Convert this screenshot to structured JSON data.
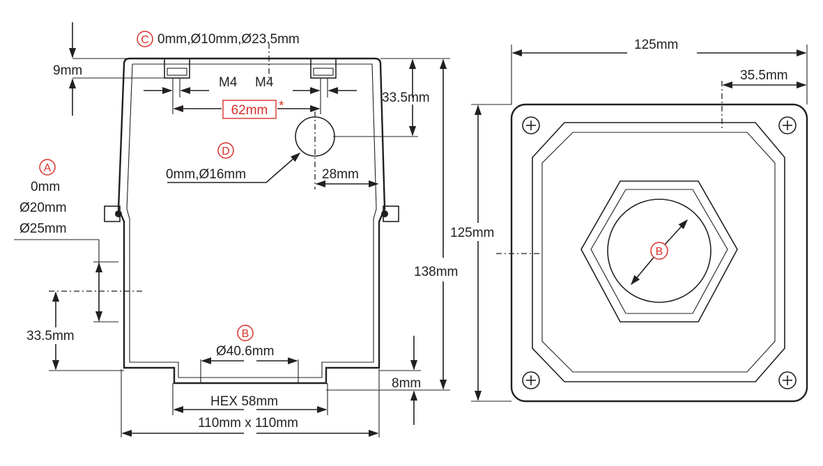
{
  "colors": {
    "ink": "#231f20",
    "accent_red": "#d9302b"
  },
  "side_view": {
    "top_label_letter": "C",
    "top_label_text": "0mm,Ø10mm,Ø23.5mm",
    "dim_9mm": "9mm",
    "m4_left": "M4",
    "m4_right": "M4",
    "dim_33_5_right": "33.5mm",
    "dim_62mm": "62mm",
    "asterisk": "*",
    "letter_d": "D",
    "d_text": "0mm,Ø16mm",
    "dim_28mm": "28mm",
    "letter_a": "A",
    "a_line1": "0mm",
    "a_line2": "Ø20mm",
    "a_line3": "Ø25mm",
    "dim_138mm": "138mm",
    "dim_33_5_left": "33.5mm",
    "letter_b": "B",
    "dim_40_6": "Ø40.6mm",
    "dim_8mm": "8mm",
    "hex_label": "HEX 58mm",
    "base_label": "110mm x 110mm"
  },
  "top_view": {
    "dim_width": "125mm",
    "dim_35_5": "35.5mm",
    "dim_height": "125mm",
    "letter_b": "B",
    "screw_icons": [
      "plus-screw-icon",
      "plus-screw-icon",
      "plus-screw-icon",
      "plus-screw-icon"
    ]
  }
}
